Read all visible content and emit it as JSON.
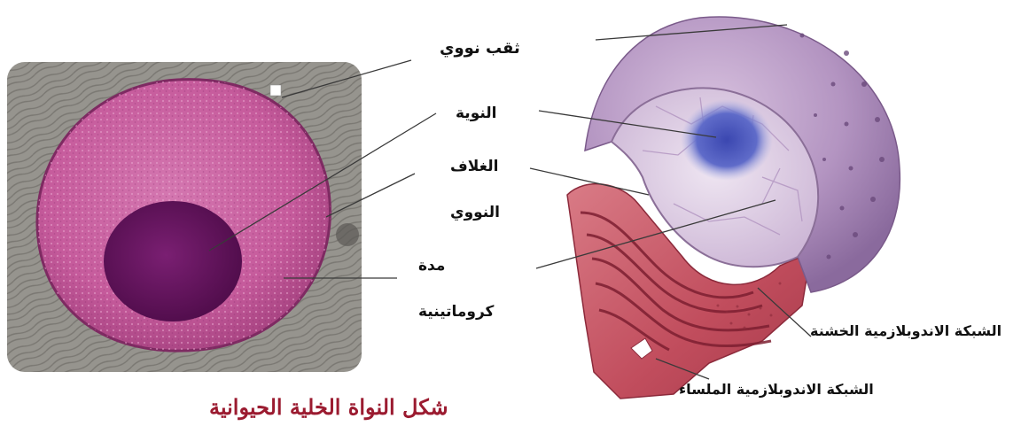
{
  "labels": {
    "nuclear_pore": "ثقب نووي",
    "nucleolus": "النوية",
    "envelope_line1": "الغلاف",
    "envelope_line2": "النووي",
    "chromatin_line1": "مدة",
    "chromatin_line2": "كروماتينية",
    "rough_er": "الشبكة الاندوبلازمية الخشنة",
    "smooth_er": "الشبكة الاندوبلازمية الملساء"
  },
  "caption": "شكل النواة الخلية الحيوانية",
  "colors": {
    "caption": "#9b1b30",
    "label_text": "#111111",
    "leader_line": "#3a3a3a",
    "micrograph_bg": "#8e8c86",
    "nucleus_pink": "#c65b9c",
    "nucleolus_purple": "#5e1158",
    "nucleus_3d_lilac": "#a887b5",
    "nucleolus_3d_blue": "#4a56b5",
    "er_red": "#c14d5d"
  }
}
